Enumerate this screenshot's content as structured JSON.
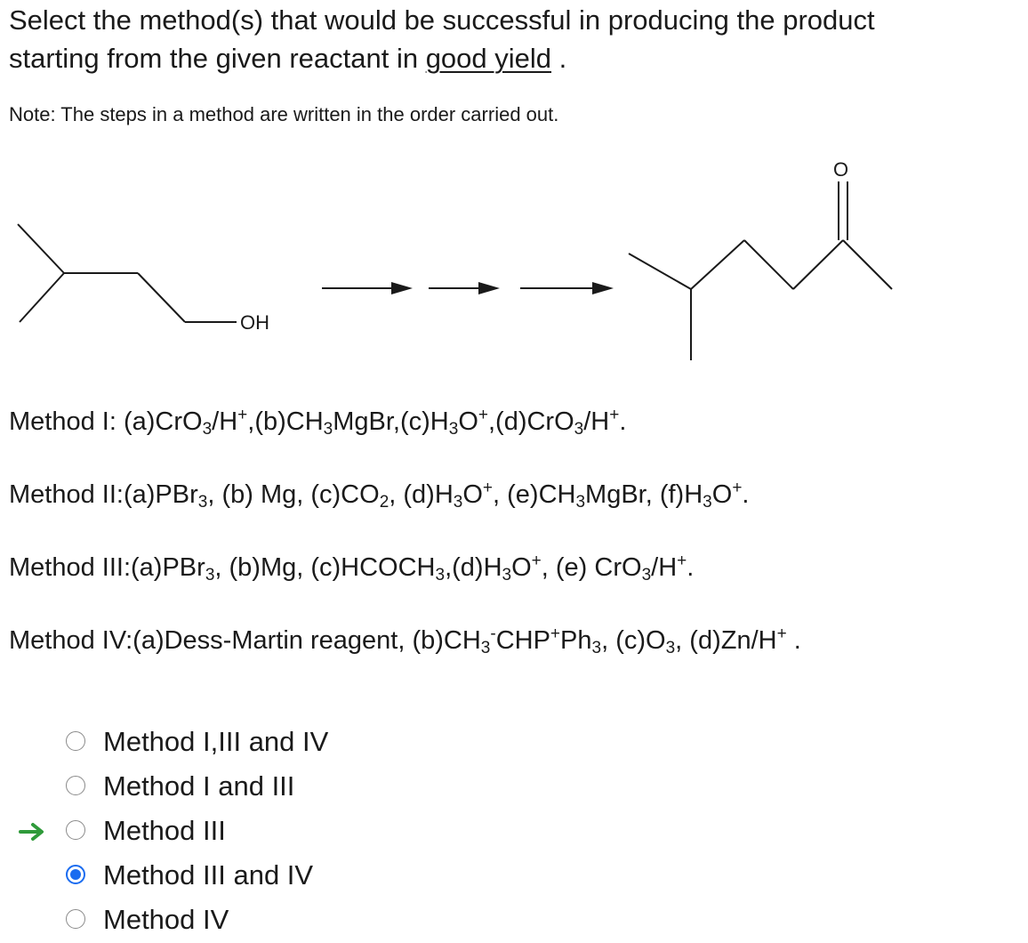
{
  "question": {
    "line1": "Select the method(s) that would be successful in producing the product",
    "line2_prefix": "starting from the given reactant in ",
    "line2_emphasis": "good yield",
    "line2_suffix": " .",
    "note": "Note: The steps in a method are written in the order carried out."
  },
  "scheme": {
    "reactant_label": "OH",
    "product_label": "O"
  },
  "methods": {
    "m1": {
      "head": "Method I: ",
      "p1": "(a)CrO",
      "s1": "3",
      "p2": "/H",
      "x1": "+",
      "p3": ",(b)CH",
      "s2": "3",
      "p4": "MgBr,(c)H",
      "s3": "3",
      "p5": "O",
      "x2": "+",
      "p6": ",(d)CrO",
      "s4": "3",
      "p7": "/H",
      "x3": "+",
      "p8": "."
    },
    "m2": {
      "head": "Method II:",
      "p1": "(a)PBr",
      "s1": "3",
      "p2": ", (b) Mg, (c)CO",
      "s2": "2",
      "p3": ", (d)H",
      "s3": "3",
      "p4": "O",
      "x1": "+",
      "p5": ", (e)CH",
      "s4": "3",
      "p6": "MgBr, (f)H",
      "s5": "3",
      "p7": "O",
      "x2": "+",
      "p8": "."
    },
    "m3": {
      "head": "Method III:",
      "p1": "(a)PBr",
      "s1": "3",
      "p2": ", (b)Mg, (c)HCOCH",
      "s2": "3",
      "p3": ",(d)H",
      "s3": "3",
      "p4": "O",
      "x1": "+",
      "p5": ", (e) CrO",
      "s4": "3",
      "p6": "/H",
      "x2": "+",
      "p7": "."
    },
    "m4": {
      "head": "Method IV:",
      "p1": "(a)Dess-Martin reagent, (b)CH",
      "s1": "3",
      "x1": "-",
      "p2": "CHP",
      "x2": "+",
      "p3": "Ph",
      "s2": "3",
      "p4": ", (c)O",
      "s3": "3",
      "p5": ", (d)Zn/H",
      "x3": "+",
      "p6": " ."
    }
  },
  "options": [
    {
      "label": "Method I,III and IV",
      "selected": false,
      "marked": false
    },
    {
      "label": "Method I and III",
      "selected": false,
      "marked": false
    },
    {
      "label": "Method III",
      "selected": false,
      "marked": true
    },
    {
      "label": "Method III and IV",
      "selected": true,
      "marked": false
    },
    {
      "label": "Method IV",
      "selected": false,
      "marked": false
    }
  ],
  "colors": {
    "accent": "#1a6cf0",
    "arrow": "#2f9a3a",
    "text": "#1a1a1a"
  }
}
